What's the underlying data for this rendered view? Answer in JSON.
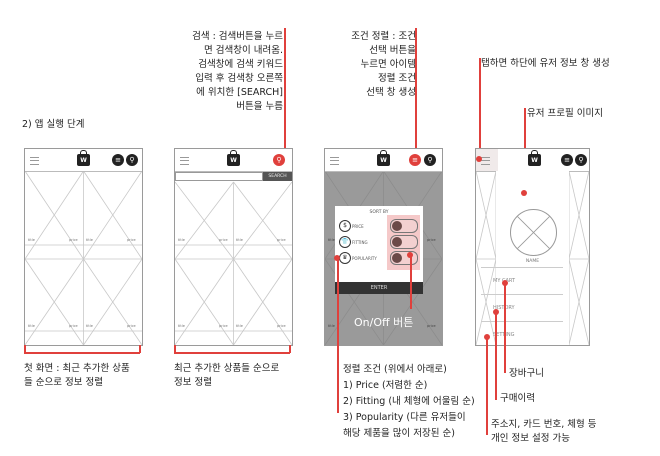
{
  "step_title": "2) 앱 실행 단계",
  "notes": {
    "search": "검색 : 검색버튼을 누르\n면 검색창이 내려옴.\n검색창에 검색 키워드\n입력 후 검색창 오른쪽\n에 위치한 [SEARCH]\n버튼을 누름",
    "sort": "조건 정렬 : 조건\n선택 버튼을\n누르면 아이템\n정렬 조건\n선택 창 생성",
    "user_tap": "탭하면 하단에 유저 정보 창 생성",
    "profile_image": "유저 프로필 이미지",
    "first_screen": "첫 화면 : 최근 추가한 상품\n들 순으로 정보 정렬",
    "recent_sort": "최근 추가한 상품들 순으로\n정보 정렬",
    "sort_conditions": "정렬 조건 (위에서 아래로)\n1) Price (저렴한 순)\n2) Fitting (내 체형에 어울림 순)\n3) Popularity (다른 유저들이\n해당 제품을 많이 저장된 순)",
    "onoff": "On/Off 버튼",
    "cart": "장바구니",
    "history": "구매이력",
    "settings": "주소지, 카드 번호, 체형 등\n개인 정보 설정 가능"
  },
  "phone": {
    "bag_letter": "W",
    "tiny_label": "title",
    "price_label": "price",
    "search_label": "SEARCH"
  },
  "sort_modal": {
    "title": "SORT BY",
    "options": [
      {
        "icon": "$",
        "label": "PRICE"
      },
      {
        "icon": "👕",
        "label": "FITTING"
      },
      {
        "icon": "♛",
        "label": "POPULARITY"
      }
    ],
    "enter": "ENTER"
  },
  "user_panel": {
    "name": "NAME",
    "menu": [
      "MY CART",
      "HISTORY",
      "SETTING"
    ]
  },
  "colors": {
    "accent": "#e0403c",
    "dark": "#222222",
    "overlay": "#787878"
  }
}
